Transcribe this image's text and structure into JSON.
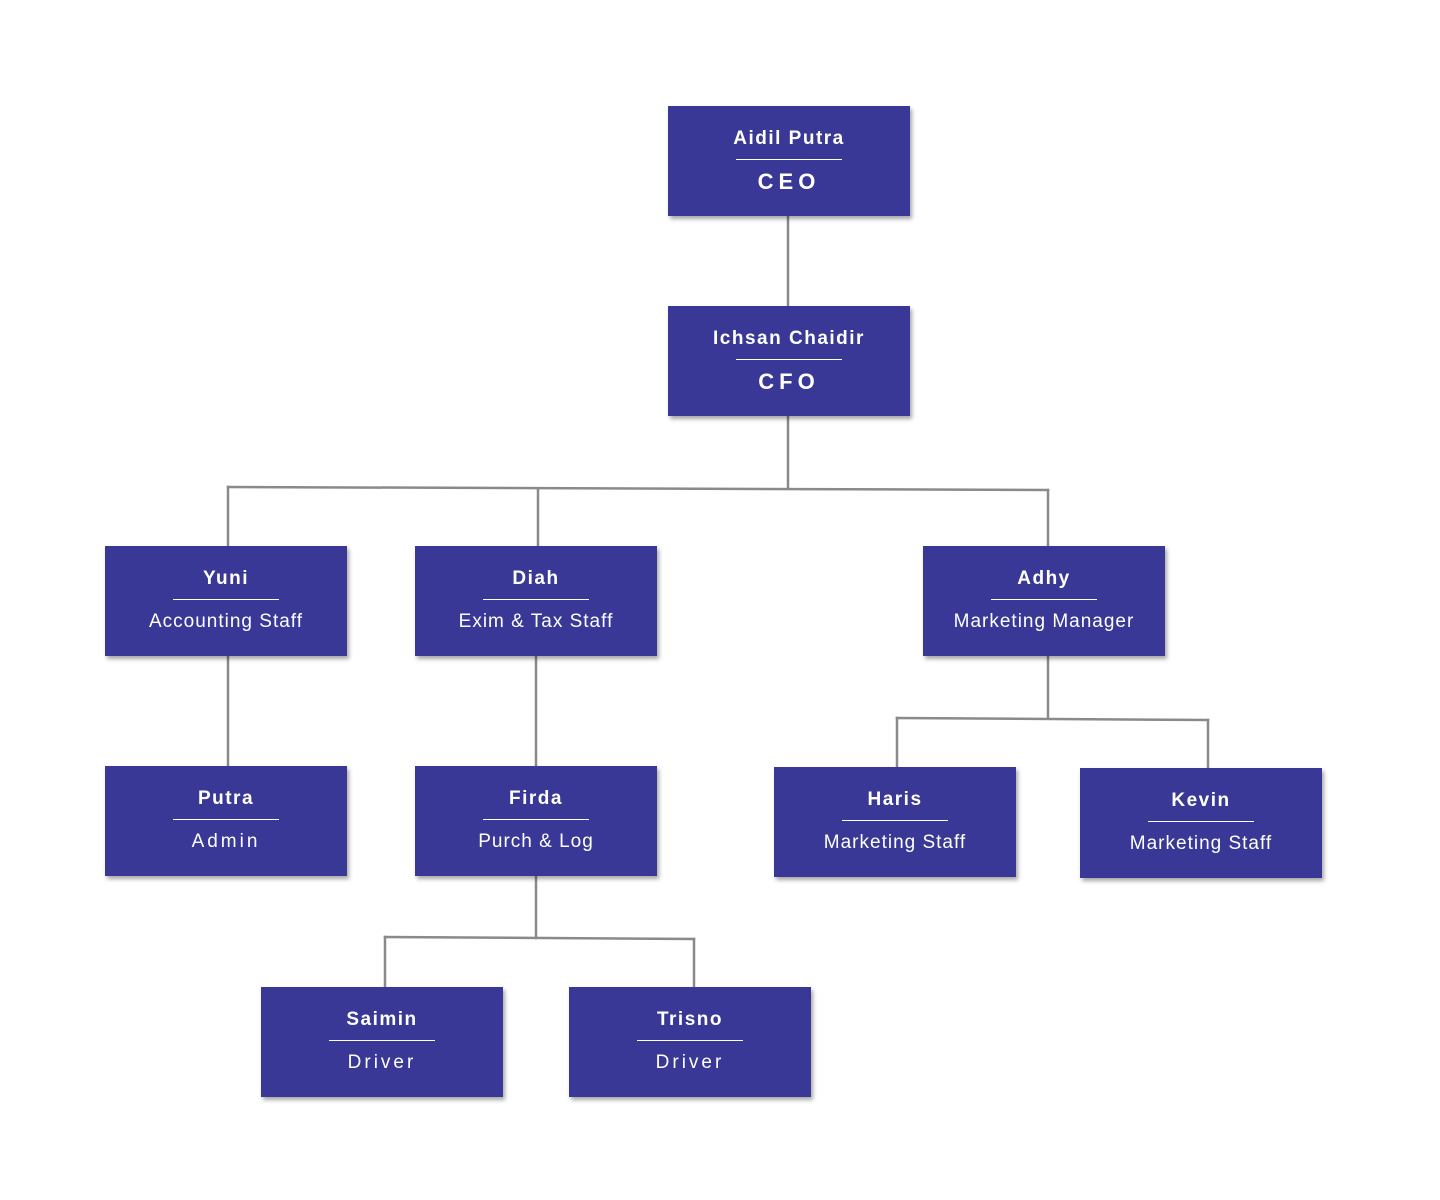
{
  "colors": {
    "box_fill": "#3a3896",
    "connector": "#8a8a8a",
    "text": "#ffffff"
  },
  "nodes": [
    {
      "id": "ceo",
      "name": "Aidil Putra",
      "role": "CEO",
      "parent": null
    },
    {
      "id": "cfo",
      "name": "Ichsan Chaidir",
      "role": "CFO",
      "parent": "ceo"
    },
    {
      "id": "yuni",
      "name": "Yuni",
      "role": "Accounting Staff",
      "parent": "cfo"
    },
    {
      "id": "diah",
      "name": "Diah",
      "role": "Exim & Tax Staff",
      "parent": "cfo"
    },
    {
      "id": "adhy",
      "name": "Adhy",
      "role": "Marketing Manager",
      "parent": "cfo"
    },
    {
      "id": "putra",
      "name": "Putra",
      "role": "Admin",
      "parent": "yuni"
    },
    {
      "id": "firda",
      "name": "Firda",
      "role": "Purch & Log",
      "parent": "diah"
    },
    {
      "id": "haris",
      "name": "Haris",
      "role": "Marketing Staff",
      "parent": "adhy"
    },
    {
      "id": "kevin",
      "name": "Kevin",
      "role": "Marketing Staff",
      "parent": "adhy"
    },
    {
      "id": "saimin",
      "name": "Saimin",
      "role": "Driver",
      "parent": "firda"
    },
    {
      "id": "trisno",
      "name": "Trisno",
      "role": "Driver",
      "parent": "firda"
    }
  ]
}
